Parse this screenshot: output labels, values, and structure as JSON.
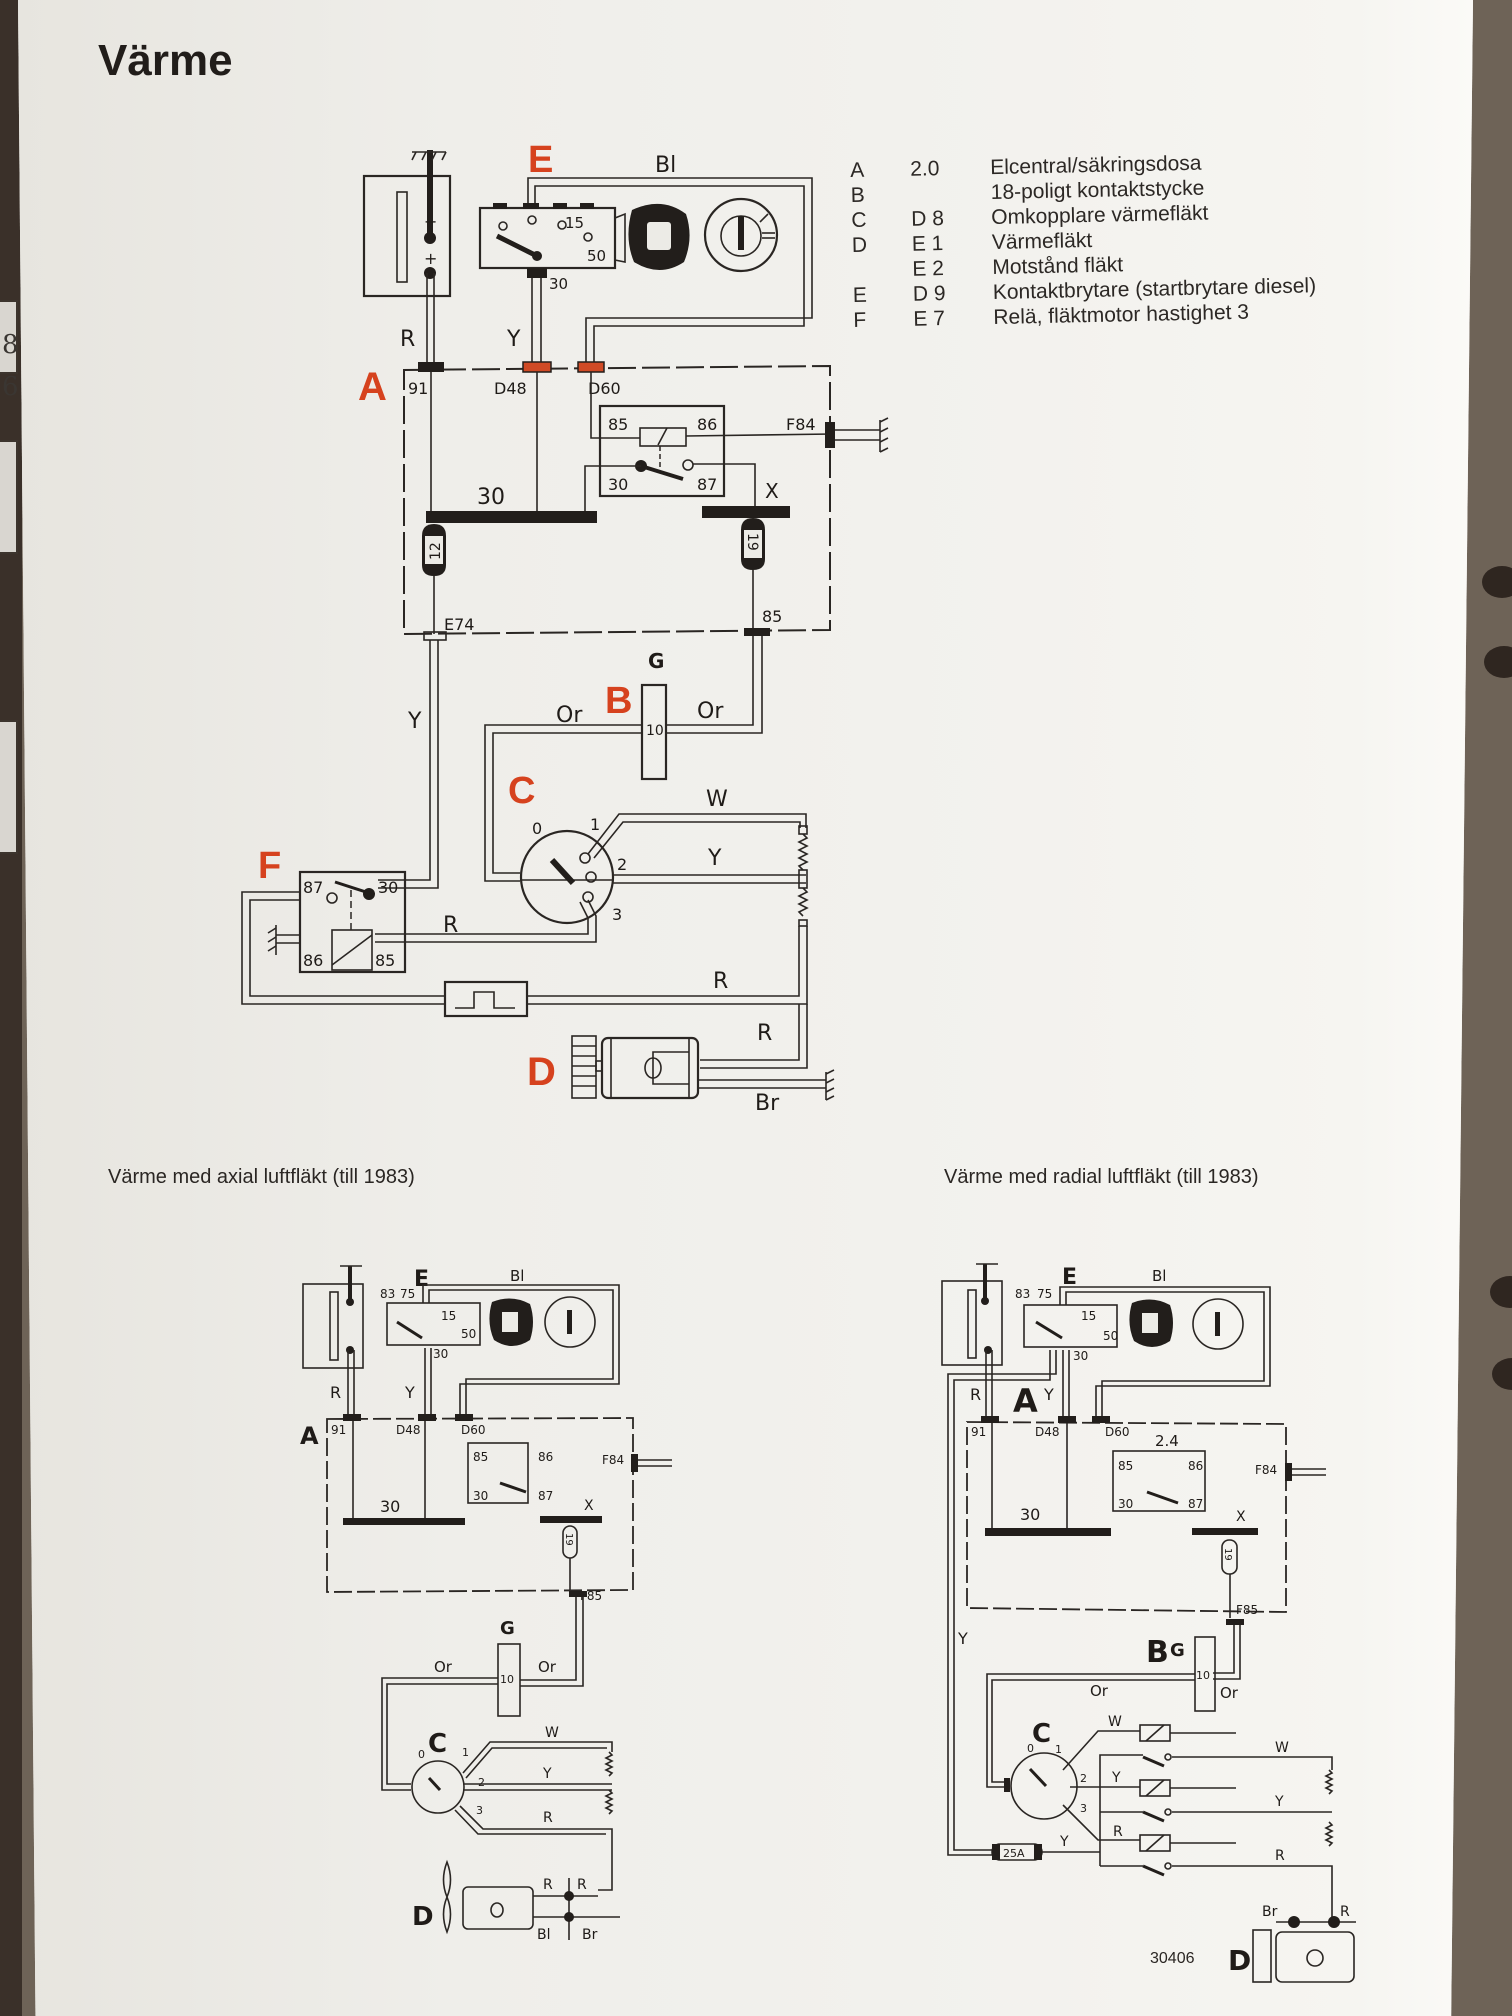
{
  "page": {
    "title": "Värme",
    "binder_tab_digits": [
      "8",
      "6"
    ]
  },
  "legend": [
    {
      "letter": "A",
      "code": "2.0",
      "description": "Elcentral/säkringsdosa"
    },
    {
      "letter": "B",
      "code": "",
      "description": "18-poligt kontaktstycke"
    },
    {
      "letter": "C",
      "code": "D 8",
      "description": "Omkopplare värmefläkt"
    },
    {
      "letter": "D",
      "code": "E 1",
      "description": "Värmefläkt"
    },
    {
      "letter": "",
      "code": "E 2",
      "description": "Motstånd fläkt"
    },
    {
      "letter": "E",
      "code": "D 9",
      "description": "Kontaktbrytare (startbrytare diesel)"
    },
    {
      "letter": "F",
      "code": "E 7",
      "description": "Relä, fläktmotor hastighet 3"
    }
  ],
  "main_diagram": {
    "component_labels": {
      "A": "A",
      "B": "B",
      "C": "C",
      "D": "D",
      "E": "E",
      "F": "F",
      "G": "G"
    },
    "wire_colors": {
      "bl": "Bl",
      "r": "R",
      "y": "Y",
      "or": "Or",
      "w": "W",
      "br": "Br"
    },
    "terminals": {
      "t91": "91",
      "d48": "D48",
      "d60": "D60",
      "f84": "F84",
      "f85": "85",
      "e74": "E74",
      "relay_85": "85",
      "relay_86": "86",
      "relay_30": "30",
      "relay_87": "87",
      "bus30": "30",
      "busx": "X",
      "fuse12": "12",
      "fuse19": "19",
      "ign_15": "15",
      "ign_50": "50",
      "ign_30": "30",
      "conn10": "10",
      "sw0": "0",
      "sw1": "1",
      "sw2": "2",
      "sw3": "3",
      "f87": "87",
      "f30": "30",
      "f86": "86",
      "batt_minus": "−",
      "batt_plus": "+"
    },
    "accent_color": "#d6421e"
  },
  "sub_diagrams": [
    {
      "caption": "Värme med axial luftfläkt (till 1983)",
      "terminals": {
        "t83": "83",
        "t75": "75",
        "ign15": "15",
        "ign50": "50",
        "ign30": "30",
        "t91": "91",
        "d48": "D48",
        "d60": "D60",
        "f84": "F84",
        "f85": "F85",
        "r85": "85",
        "r86": "86",
        "r30": "30",
        "r87": "87",
        "bus30": "30",
        "x": "X",
        "fuse19": "19",
        "conn10": "10",
        "sw0": "0",
        "sw1": "1",
        "sw2": "2",
        "sw3": "3"
      },
      "labels": {
        "A": "A",
        "C": "C",
        "D": "D",
        "E": "E",
        "G": "G"
      },
      "wires": {
        "bl": "Bl",
        "r": "R",
        "y": "Y",
        "or1": "Or",
        "or2": "Or",
        "w": "W",
        "y2": "Y",
        "r2": "R",
        "r3": "R",
        "r4": "R",
        "bl2": "Bl",
        "br": "Br"
      }
    },
    {
      "caption": "Värme med radial luftfläkt (till 1983)",
      "terminals": {
        "t83": "83",
        "t75": "75",
        "ign15": "15",
        "ign50": "50",
        "ign30": "30",
        "t91": "91",
        "d48": "D48",
        "d60": "D60",
        "f84": "F84",
        "f85": "F85",
        "relay_id": "2.4",
        "r85": "85",
        "r86": "86",
        "r30": "30",
        "r87": "87",
        "bus30": "30",
        "x": "X",
        "fuse19": "19",
        "conn10": "10",
        "sw0": "0",
        "sw1": "1",
        "sw2": "2",
        "sw3": "3",
        "fuse25": "25A"
      },
      "labels": {
        "A": "A",
        "B": "B",
        "C": "C",
        "D": "D",
        "E": "E",
        "G": "G"
      },
      "wires": {
        "bl": "Bl",
        "r": "R",
        "y": "Y",
        "y_left": "Y",
        "or1": "Or",
        "or2": "Or",
        "w1": "W",
        "y1": "Y",
        "r1": "R",
        "y_fuse": "Y",
        "w2": "W",
        "y2": "Y",
        "r2": "R",
        "br": "Br",
        "r_motor": "R"
      }
    }
  ],
  "document_number": "30406"
}
